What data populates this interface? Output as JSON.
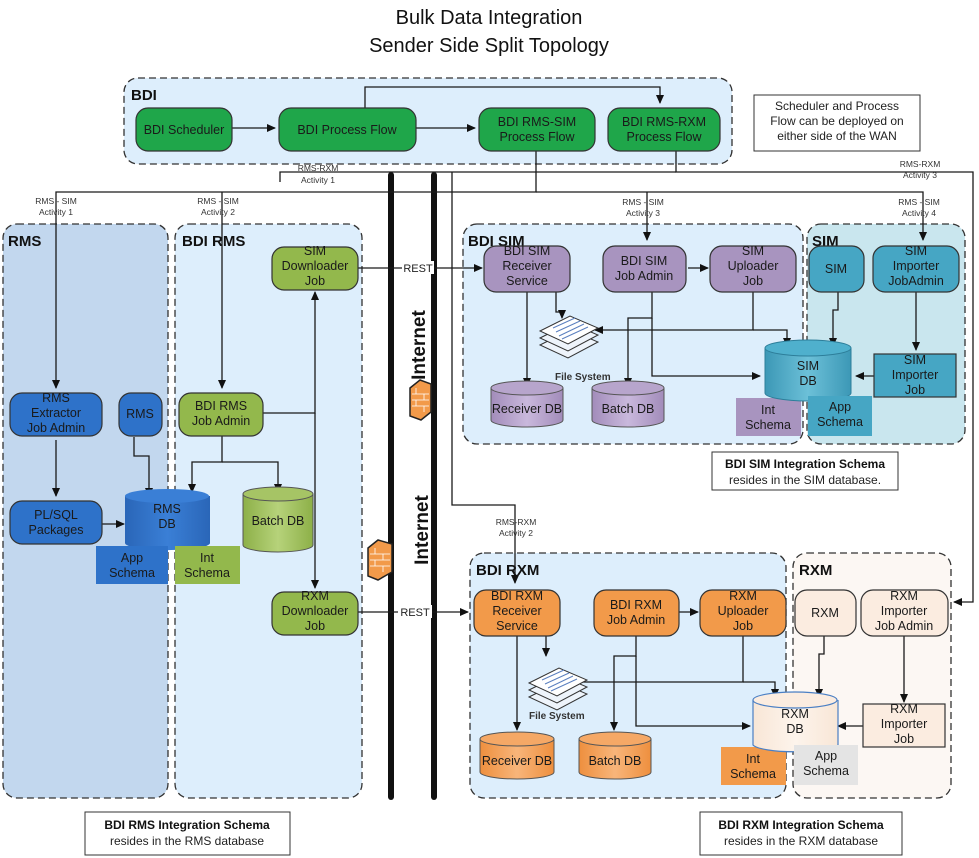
{
  "title": {
    "line1": "Bulk Data Integration",
    "line2": "Sender Side Split Topology"
  },
  "colors": {
    "bdi_green": "#1fa64a",
    "bdi_rms_green": "#93b84c",
    "rms_blue": "#2e72c9",
    "bdi_sim_purple": "#a894bf",
    "sim_teal": "#46a6c4",
    "bdi_rxm_orange": "#f29a4a",
    "rxm_cream": "#fbece0",
    "zone_light_blue": "#ddeefc",
    "zone_rms_blue": "#c2d7ee",
    "zone_sim_teal": "#c9e6ee",
    "zone_rxm_cream": "#fcf7f3",
    "firewall_orange": "#f29a4a"
  },
  "zones": {
    "bdi": "BDI",
    "rms": "RMS",
    "bdi_rms": "BDI RMS",
    "bdi_sim": "BDI SIM",
    "sim": "SIM",
    "bdi_rxm": "BDI RXM",
    "rxm": "RXM"
  },
  "bdi_nodes": {
    "scheduler": "BDI Scheduler",
    "process_flow": "BDI Process Flow",
    "rms_sim_flow": [
      "BDI RMS-SIM",
      "Process Flow"
    ],
    "rms_rxm_flow": [
      "BDI RMS-RXM",
      "Process Flow"
    ]
  },
  "rms_nodes": {
    "extractor": [
      "RMS",
      "Extractor",
      "Job Admin"
    ],
    "rms": "RMS",
    "plsql": [
      "PL/SQL",
      "Packages"
    ],
    "db": [
      "RMS",
      "DB"
    ],
    "app_schema": [
      "App",
      "Schema"
    ]
  },
  "bdi_rms_nodes": {
    "sim_downloader": [
      "SIM",
      "Downloader",
      "Job"
    ],
    "job_admin": [
      "BDI RMS",
      "Job Admin"
    ],
    "batch_db": "Batch DB",
    "int_schema": [
      "Int",
      "Schema"
    ],
    "rxm_downloader": [
      "RXM",
      "Downloader",
      "Job"
    ]
  },
  "bdi_sim_nodes": {
    "receiver": [
      "BDI SIM",
      "Receiver",
      "Service"
    ],
    "job_admin": [
      "BDI SIM",
      "Job Admin"
    ],
    "uploader": [
      "SIM",
      "Uploader",
      "Job"
    ],
    "file_system": "File System",
    "receiver_db": "Receiver DB",
    "batch_db": "Batch DB",
    "int_schema": [
      "Int",
      "Schema"
    ]
  },
  "sim_nodes": {
    "sim": "SIM",
    "importer_admin": [
      "SIM",
      "Importer",
      "JobAdmin"
    ],
    "db": [
      "SIM",
      "DB"
    ],
    "importer_job": [
      "SIM",
      "Importer",
      "Job"
    ],
    "app_schema": [
      "App",
      "Schema"
    ]
  },
  "bdi_rxm_nodes": {
    "receiver": [
      "BDI RXM",
      "Receiver",
      "Service"
    ],
    "job_admin": [
      "BDI RXM",
      "Job Admin"
    ],
    "uploader": [
      "RXM",
      "Uploader",
      "Job"
    ],
    "file_system": "File System",
    "receiver_db": "Receiver DB",
    "batch_db": "Batch DB",
    "int_schema": [
      "Int",
      "Schema"
    ]
  },
  "rxm_nodes": {
    "rxm": "RXM",
    "importer_admin": [
      "RXM",
      "Importer",
      "Job Admin"
    ],
    "db": [
      "RXM",
      "DB"
    ],
    "importer_job": [
      "RXM",
      "Importer",
      "Job"
    ],
    "app_schema": [
      "App",
      "Schema"
    ]
  },
  "activities": {
    "rms_sim_1": [
      "RMS - SIM",
      "Activity 1"
    ],
    "rms_sim_2": [
      "RMS - SIM",
      "Activity 2"
    ],
    "rms_sim_3": [
      "RMS - SIM",
      "Activity 3"
    ],
    "rms_sim_4": [
      "RMS - SIM",
      "Activity 4"
    ],
    "rms_rxm_1": [
      "RMS-RXM",
      "Activity 1"
    ],
    "rms_rxm_2": [
      "RMS-RXM",
      "Activity 2"
    ],
    "rms_rxm_3": [
      "RMS-RXM",
      "Activity 3"
    ]
  },
  "network": {
    "internet": "Internet",
    "rest": "REST"
  },
  "notes": {
    "scheduler": [
      "Scheduler and Process",
      "Flow can be deployed on",
      "either side of the WAN"
    ],
    "sim_schema": {
      "bold": "BDI SIM Integration Schema",
      "text": "resides in the SIM database."
    },
    "rms_schema": {
      "bold": "BDI RMS Integration Schema",
      "text": "resides in the RMS database"
    },
    "rxm_schema": {
      "bold": "BDI RXM Integration Schema",
      "text": "resides in the RXM database"
    }
  }
}
